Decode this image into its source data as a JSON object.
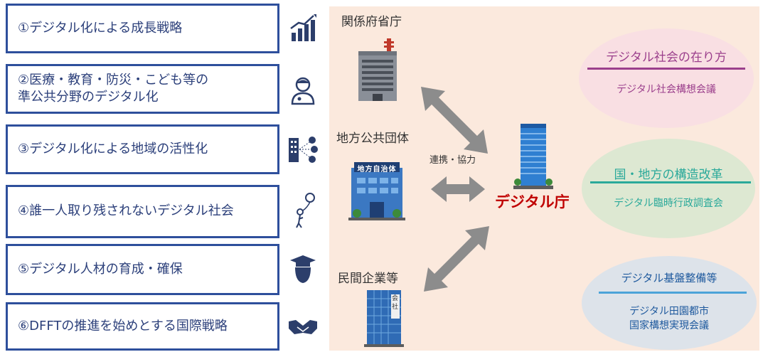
{
  "items": [
    {
      "label": "①デジタル化による成長戦略",
      "icon": "growth-chart-icon"
    },
    {
      "label": "②医療・教育・防災・こども等の\n準公共分野のデジタル化",
      "icon": "doctor-icon"
    },
    {
      "label": "③デジタル化による地域の活性化",
      "icon": "network-building-icon"
    },
    {
      "label": "④誰一人取り残されないデジタル社会",
      "icon": "person-balloon-icon"
    },
    {
      "label": "⑤デジタル人材の育成・確保",
      "icon": "graduate-icon"
    },
    {
      "label": "⑥DFFTの推進を始めとする国際戦略",
      "icon": "handshake-icon"
    }
  ],
  "ministries": {
    "label": "関係府省庁"
  },
  "local_gov": {
    "label": "地方公共団体",
    "sign": "地方自治体"
  },
  "private": {
    "label": "民間企業等",
    "sign": "会社"
  },
  "cooperation": {
    "label": "連携・協力"
  },
  "agency": {
    "label": "デジタル庁"
  },
  "councils": [
    {
      "title": "デジタル社会の在り方",
      "subtitle": "デジタル社会構想会議",
      "color": "#9b3f8c",
      "bg": "#f9dfe3"
    },
    {
      "title": "国・地方の構造改革",
      "subtitle": "デジタル臨時行政調査会",
      "color": "#2aa99a",
      "bg": "#dde8d2"
    },
    {
      "title": "デジタル基盤整備等",
      "subtitle": "デジタル田園都市\n国家構想実現会議",
      "color": "#1f5a9e",
      "bg": "#dde3ea"
    }
  ],
  "colors": {
    "box_border": "#2e4f9c",
    "agency": "#c00000",
    "panel": "#fbe9dd",
    "arrow": "#8c8c8c"
  }
}
